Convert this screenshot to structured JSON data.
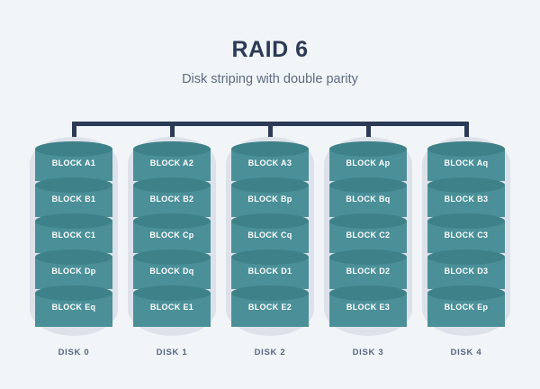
{
  "header": {
    "title": "RAID 6",
    "subtitle": "Disk striping with double parity"
  },
  "colors": {
    "background": "#f1f5f8",
    "title": "#2b3a55",
    "subtitle": "#5c6b82",
    "bus": "#2b3a55",
    "capsule": "#dde2ea",
    "block_body": "#4b9099",
    "block_top": "#3f8189",
    "block_label": "#ffffff",
    "caption": "#566684"
  },
  "diagram": {
    "type": "raid-layout",
    "level": "RAID 6",
    "disk_count": 5,
    "stripes": 5,
    "stripe_rows": [
      "A",
      "B",
      "C",
      "D",
      "E"
    ],
    "parity_suffixes": [
      "p",
      "q"
    ],
    "disks": [
      {
        "label": "DISK 0",
        "blocks": [
          {
            "text": "BLOCK A1"
          },
          {
            "text": "BLOCK B1"
          },
          {
            "text": "BLOCK C1"
          },
          {
            "text": "BLOCK Dp"
          },
          {
            "text": "BLOCK Eq"
          }
        ]
      },
      {
        "label": "DISK 1",
        "blocks": [
          {
            "text": "BLOCK A2"
          },
          {
            "text": "BLOCK B2"
          },
          {
            "text": "BLOCK Cp"
          },
          {
            "text": "BLOCK Dq"
          },
          {
            "text": "BLOCK E1"
          }
        ]
      },
      {
        "label": "DISK 2",
        "blocks": [
          {
            "text": "BLOCK A3"
          },
          {
            "text": "BLOCK Bp"
          },
          {
            "text": "BLOCK Cq"
          },
          {
            "text": "BLOCK D1"
          },
          {
            "text": "BLOCK E2"
          }
        ]
      },
      {
        "label": "DISK 3",
        "blocks": [
          {
            "text": "BLOCK Ap"
          },
          {
            "text": "BLOCK Bq"
          },
          {
            "text": "BLOCK C2"
          },
          {
            "text": "BLOCK D2"
          },
          {
            "text": "BLOCK E3"
          }
        ]
      },
      {
        "label": "DISK 4",
        "blocks": [
          {
            "text": "BLOCK Aq"
          },
          {
            "text": "BLOCK B3"
          },
          {
            "text": "BLOCK C3"
          },
          {
            "text": "BLOCK D3"
          },
          {
            "text": "BLOCK Ep"
          }
        ]
      }
    ]
  }
}
